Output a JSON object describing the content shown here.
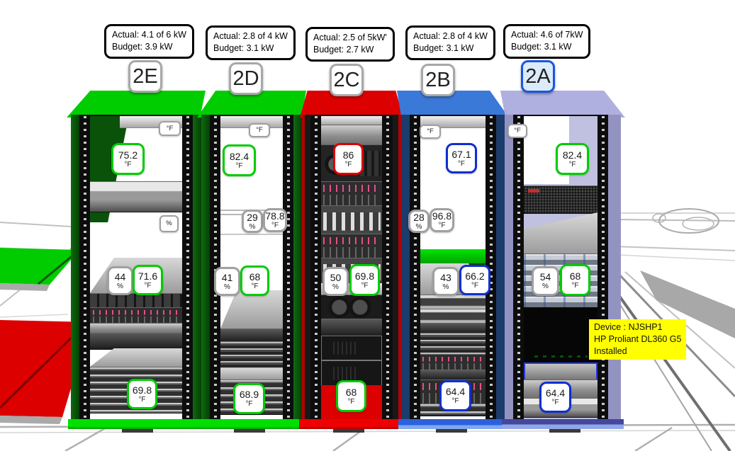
{
  "status_colors": {
    "ok": "#00CC00",
    "alert": "#DD0000",
    "cool": "#0F2FD0",
    "neutral": "#A0A0A0",
    "selected": "#1A56E0"
  },
  "device_tooltip": {
    "title": "Device : NJSHP1",
    "model": "HP Proliant DL360 G5",
    "status": "Installed"
  },
  "racks": [
    {
      "label": "2E",
      "color": "#00CD00",
      "selected": false,
      "power": {
        "actual": "Actual: 4.1 of 6 kW",
        "budget": "Budget: 3.9 kW"
      },
      "sensors": [
        {
          "value": "°F",
          "status": "neutral",
          "mini": true
        },
        {
          "value": "75.2",
          "unit": "°F",
          "status": "ok"
        },
        {
          "value": "%",
          "status": "neutral",
          "mini": true
        },
        {
          "value": "44",
          "unit": "%",
          "status": "neutral"
        },
        {
          "value": "71.6",
          "unit": "°F",
          "status": "ok"
        },
        {
          "value": "69.8",
          "unit": "°F",
          "status": "ok"
        }
      ]
    },
    {
      "label": "2D",
      "color": "#00CD00",
      "selected": false,
      "power": {
        "actual": "Actual: 2.8 of 4 kW",
        "budget": "Budget: 3.1 kW"
      },
      "sensors": [
        {
          "value": "°F",
          "status": "neutral",
          "mini": true
        },
        {
          "value": "82.4",
          "unit": "°F",
          "status": "ok"
        },
        {
          "value": "29",
          "unit": "%",
          "status": "neutral"
        },
        {
          "value": "78.8",
          "unit": "°F",
          "status": "neutral"
        },
        {
          "value": "41",
          "unit": "%",
          "status": "neutral"
        },
        {
          "value": "68",
          "unit": "°F",
          "status": "ok"
        },
        {
          "value": "68.9",
          "unit": "°F",
          "status": "ok"
        }
      ]
    },
    {
      "label": "2C",
      "color": "#DD0000",
      "selected": false,
      "power": {
        "actual": "Actual: 2.5 of 5kW'",
        "budget": "Budget: 2.7 kW"
      },
      "sensors": [
        {
          "value": "86",
          "unit": "°F",
          "status": "alert"
        },
        {
          "value": "50",
          "unit": "%",
          "status": "neutral"
        },
        {
          "value": "69.8",
          "unit": "°F",
          "status": "ok"
        },
        {
          "value": "68",
          "unit": "°F",
          "status": "ok"
        }
      ]
    },
    {
      "label": "2B",
      "color": "#3A79D8",
      "selected": false,
      "power": {
        "actual": "Actual: 2.8 of 4 kW",
        "budget": "Budget: 3.1 kW"
      },
      "sensors": [
        {
          "value": "°F",
          "status": "neutral",
          "mini": true
        },
        {
          "value": "67.1",
          "unit": "°F",
          "status": "cool"
        },
        {
          "value": "28",
          "unit": "%",
          "status": "neutral"
        },
        {
          "value": "96.8",
          "unit": "°F",
          "status": "neutral"
        },
        {
          "value": "43",
          "unit": "%",
          "status": "neutral"
        },
        {
          "value": "66.2",
          "unit": "°F",
          "status": "cool"
        },
        {
          "value": "64.4",
          "unit": "°F",
          "status": "cool"
        }
      ]
    },
    {
      "label": "2A",
      "color": "#ABACDD",
      "selected": true,
      "power": {
        "actual": "Actual: 4.6 of 7kW",
        "budget": "Budget: 3.1 kW"
      },
      "sensors": [
        {
          "value": "°F",
          "status": "neutral",
          "mini": true
        },
        {
          "value": "82.4",
          "unit": "°F",
          "status": "ok"
        },
        {
          "value": "54",
          "unit": "%",
          "status": "neutral"
        },
        {
          "value": "68",
          "unit": "°F",
          "status": "ok"
        },
        {
          "value": "64.4",
          "unit": "°F",
          "status": "cool"
        }
      ]
    }
  ]
}
